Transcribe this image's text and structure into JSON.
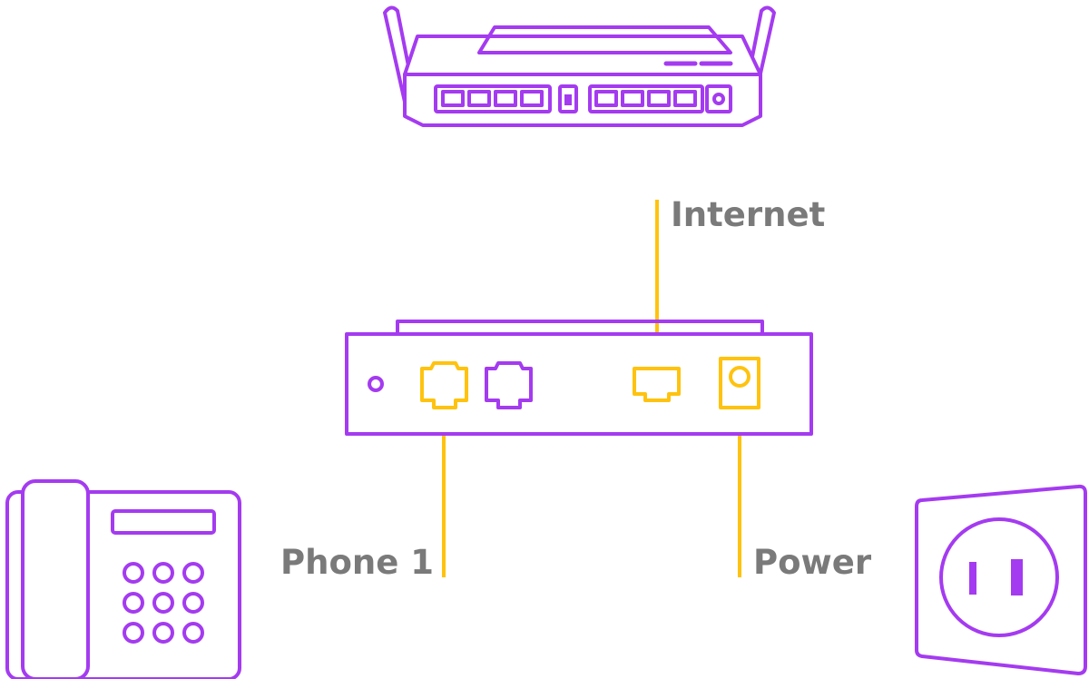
{
  "labels": {
    "internet": "Internet",
    "phone1": "Phone 1",
    "power": "Power"
  },
  "colors": {
    "device_outline": "#a43bf0",
    "connection": "#ffc30f",
    "label_text": "#7a7a7a",
    "background": "#ffffff"
  },
  "icons": {
    "router": "wifi-router-icon",
    "adapter": "phone-adapter-icon",
    "telephone": "desk-telephone-icon",
    "outlet": "wall-outlet-icon"
  }
}
